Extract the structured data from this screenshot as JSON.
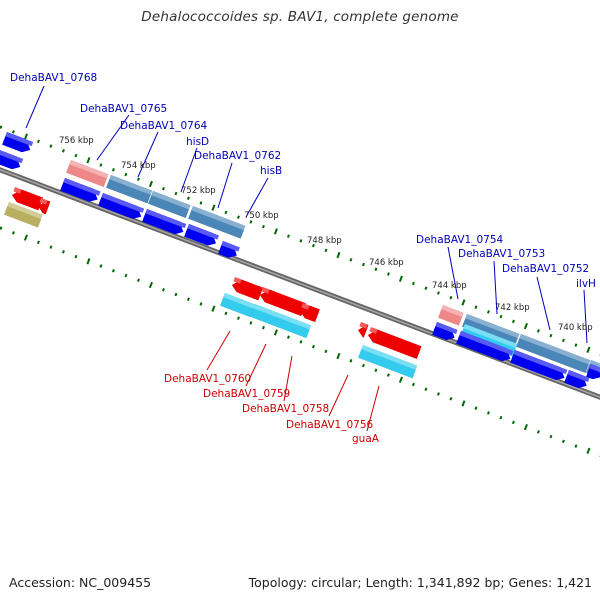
{
  "title": "Dehalococcoides sp. BAV1, complete genome",
  "footer": {
    "accession": "Accession: NC_009455",
    "topology": "Topology: circular; Length: 1,341,892 bp; Genes: 1,421"
  },
  "colors": {
    "forward": "#0000ee",
    "reverse": "#ee0000",
    "steelblue": "#4a86b8",
    "lightblue": "#33ccee",
    "pink": "#ee8888",
    "olive": "#b8b060",
    "tick": "#006600",
    "forward_label": "#0000bb",
    "reverse_label": "#cc0000"
  },
  "scale_ticks": [
    "756 kbp",
    "754 kbp",
    "752 kbp",
    "750 kbp",
    "748 kbp",
    "746 kbp",
    "744 kbp",
    "742 kbp",
    "740 kbp"
  ],
  "forward_labels": [
    "DehaBAV1_0768",
    "DehaBAV1_0765",
    "DehaBAV1_0764",
    "hisD",
    "DehaBAV1_0762",
    "hisB",
    "DehaBAV1_0754",
    "DehaBAV1_0753",
    "DehaBAV1_0752",
    "ilvH"
  ],
  "reverse_labels": [
    "DehaBAV1_0760",
    "DehaBAV1_0759",
    "DehaBAV1_0758",
    "DehaBAV1_0756",
    "guaA"
  ]
}
